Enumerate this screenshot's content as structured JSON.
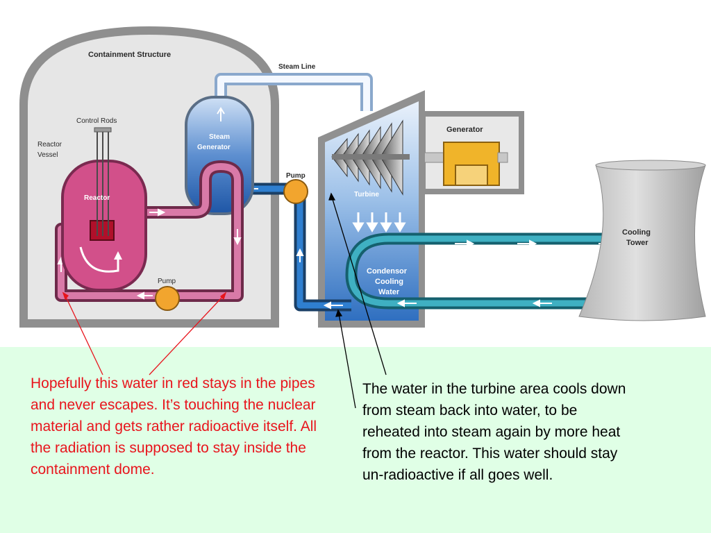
{
  "diagram": {
    "labels": {
      "containment_structure": "Containment Structure",
      "steam_line": "Steam Line",
      "control_rods": "Control Rods",
      "reactor_vessel_1": "Reactor",
      "reactor_vessel_2": "Vessel",
      "reactor": "Reactor",
      "steam_generator_1": "Steam",
      "steam_generator_2": "Generator",
      "pump_top": "Pump",
      "pump_bottom": "Pump",
      "generator": "Generator",
      "turbine": "Turbine",
      "condensor_1": "Condensor",
      "condensor_2": "Cooling",
      "condensor_3": "Water",
      "cooling_tower_1": "Cooling",
      "cooling_tower_2": "Tower"
    },
    "colors": {
      "primary_loop": "#d97aa8",
      "reactor": "#d2508a",
      "steam": "#1f5fae",
      "condenser_loop": "#2a8a99",
      "pump": "#f2a52e",
      "generator": "#f0b42a",
      "background_panel": "#e0ffe6"
    }
  },
  "captions": {
    "left": "Hopefully this water in red stays in the pipes and never escapes.  It’s touching the nuclear material and gets rather radioactive itself.  All the radiation is supposed to stay inside the containment dome.",
    "right": "The water in the turbine area cools down from steam back into water, to be reheated into steam again by more heat from the reactor.  This water should stay un-radioactive if all goes well."
  }
}
